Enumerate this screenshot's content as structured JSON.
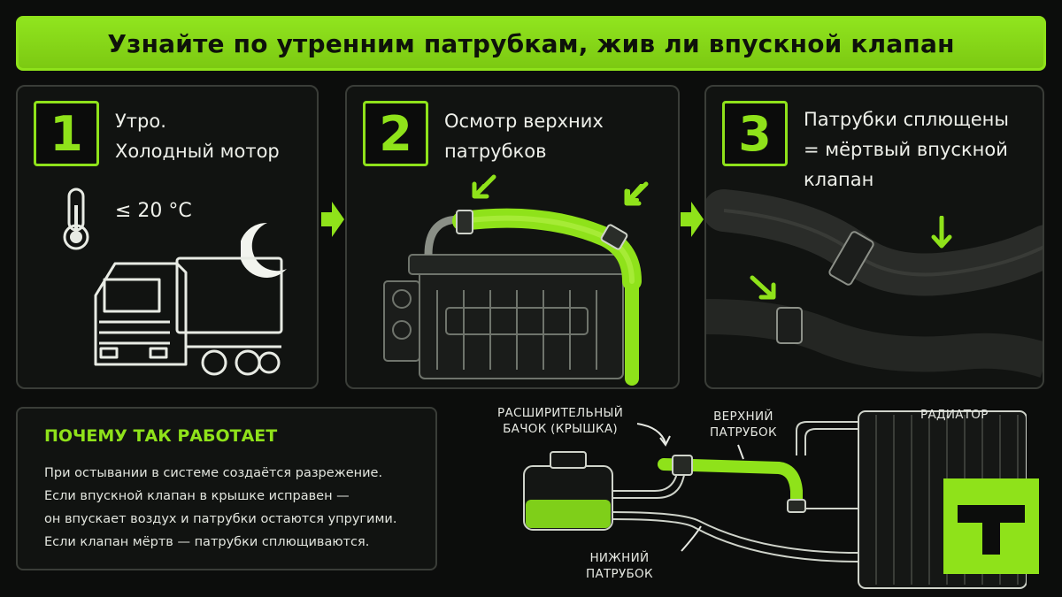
{
  "title": "Узнайте по утренним патрубкам, жив ли впускной клапан",
  "steps": [
    {
      "number": "1",
      "text": "Утро.\nХолодный мотор",
      "icon": "thermometer-icon"
    },
    {
      "number": "2",
      "text": "Осмотр верхних\nпатрубков",
      "icon": "engine-icon"
    },
    {
      "number": "3",
      "text": "Патрубки сплющены\n= мёртвый впускной\nклапан",
      "icon": "hose-icon"
    }
  ],
  "temperature": "≤ 20 °C",
  "explanation": {
    "heading": "ПОЧЕМУ ТАК РАБОТАЕТ",
    "body": "При остывании в системе создаётся разрежение.\nЕсли впускной клапан в крышке исправен —\nон впускает воздух и патрубки остаются упругими.\nЕсли клапан мёртв — патрубки сплющиваются."
  },
  "diagram_labels": {
    "tank": "РАСШИРИТЕЛЬНЫЙ\nБАЧОК (КРЫШКА)",
    "upper_hose": "ВЕРХНИЙ\nПАТРУБОК",
    "radiator": "РАДИАТОР",
    "lower_hose": "НИЖНИЙ\nПАТРУБОК"
  },
  "colors": {
    "accent": "#8fe21a",
    "background": "#0c0d0c",
    "panel_border": "#3a3d38"
  }
}
